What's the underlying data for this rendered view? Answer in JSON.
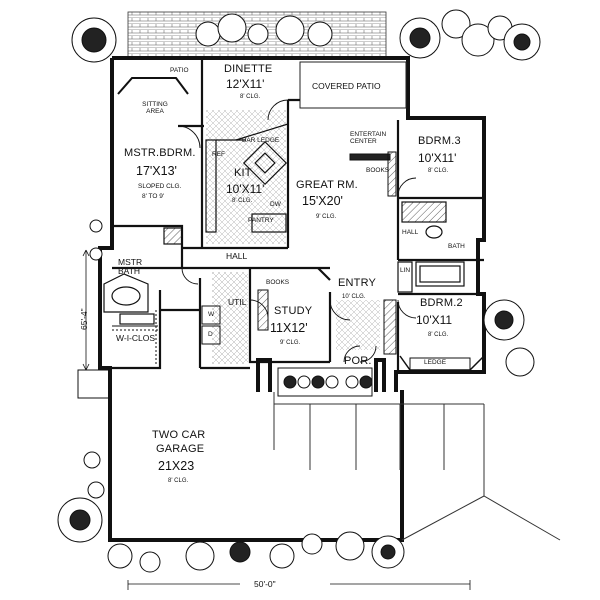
{
  "rooms": {
    "patio": "PATIO",
    "dinette": {
      "name": "DINETTE",
      "dim": "12'X11'",
      "clg": "8' CLG."
    },
    "covered_patio": "COVERED PATIO",
    "sitting_area": "SITTING AREA",
    "mstr_bdrm": {
      "name": "MSTR.BDRM.",
      "dim": "17'X13'",
      "clg1": "SLOPED CLG.",
      "clg2": "8' TO 9'"
    },
    "kit": {
      "name": "KIT",
      "dim": "10'X11'",
      "clg": "8' CLG."
    },
    "bar_ledge": "BAR LEDGE",
    "ref": "REF",
    "dw": "DW",
    "pantry": "PANTRY",
    "entertain_center": "ENTERTAIN CENTER",
    "great_rm": {
      "name": "GREAT RM.",
      "dim": "15'X20'",
      "clg": "9' CLG."
    },
    "books_great": "BOOKS",
    "bdrm3": {
      "name": "BDRM.3",
      "dim": "10'X11'",
      "clg": "8' CLG."
    },
    "bath": "BATH",
    "hall_right": "HALL",
    "lin": "LIN",
    "mstr_bath": "MSTR BATH",
    "hall": "HALL",
    "util": "UTIL",
    "w": "W",
    "d": "D",
    "wi_clos": "W-I-CLOS",
    "study": {
      "name": "STUDY",
      "dim": "11X12'",
      "clg": "9' CLG.",
      "books": "BOOKS"
    },
    "entry": {
      "name": "ENTRY",
      "clg": "10' CLG."
    },
    "por": "POR.",
    "bdrm2": {
      "name": "BDRM.2",
      "dim": "10'X11",
      "clg": "8' CLG."
    },
    "ledge": "LEDGE",
    "garage": {
      "name1": "TWO CAR",
      "name2": "GARAGE",
      "dim": "21X23",
      "clg": "8' CLG."
    }
  },
  "dimensions": {
    "depth": "65'-4\"",
    "width": "50'-0\""
  }
}
